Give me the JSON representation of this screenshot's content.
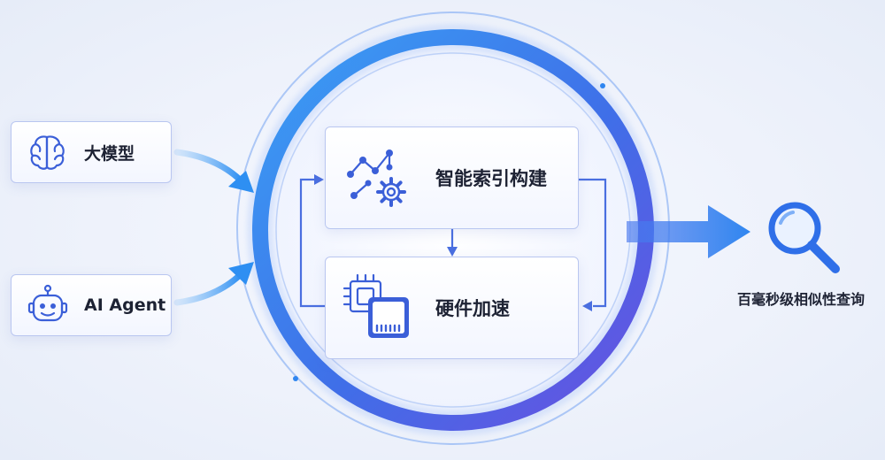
{
  "inputs": [
    {
      "label": "大模型",
      "icon": "brain-icon"
    },
    {
      "label": "AI Agent",
      "icon": "robot-icon"
    }
  ],
  "core": [
    {
      "label": "智能索引构建",
      "icon": "graph-gear-icon"
    },
    {
      "label": "硬件加速",
      "icon": "chip-icon"
    }
  ],
  "output": {
    "label": "百毫秒级相似性查询",
    "icon": "magnifier-icon"
  },
  "colors": {
    "accent_blue": "#3f7bf0",
    "accent_purple": "#6a5be0",
    "icon_stroke": "#3b5fd8",
    "card_border": "#b9c6f0"
  }
}
